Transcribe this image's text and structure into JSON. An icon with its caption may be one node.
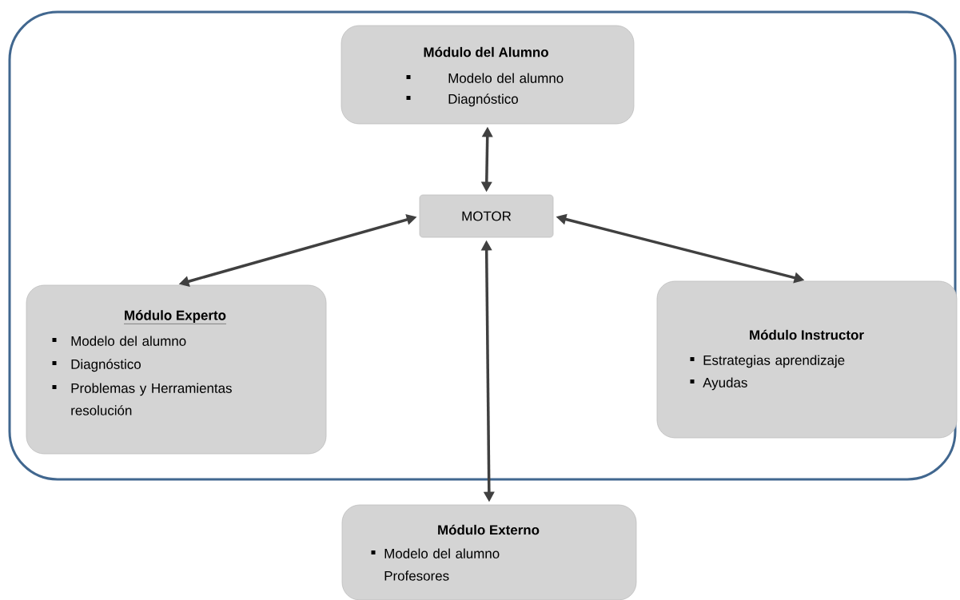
{
  "diagram": {
    "nodes": [
      {
        "text": [],
        "shape": "box"
      },
      {
        "text": [
          "Módulo del Alumno",
          "Modelo del alumno",
          "Diagnóstico"
        ],
        "in": 0
      },
      {
        "text": [
          "MOTOR"
        ],
        "in": 0
      },
      {
        "text": [
          "Módulo Experto",
          "Modelo del alumno",
          "Diagnóstico",
          "Problemas y Herramientas resolución"
        ],
        "in": 0
      },
      {
        "text": [
          "Módulo Instructor",
          "Estrategias aprendizaje",
          "Ayudas"
        ],
        "in": 0
      },
      {
        "text": [
          "Módulo Externo",
          "Modelo del alumno Profesores"
        ]
      }
    ],
    "edges": [
      {
        "from": 2,
        "to": 1,
        "arrow": "both"
      },
      {
        "from": 2,
        "to": 3,
        "arrow": "both"
      },
      {
        "from": 2,
        "to": 4,
        "arrow": "both"
      },
      {
        "from": 2,
        "to": 5,
        "arrow": "both"
      }
    ]
  }
}
